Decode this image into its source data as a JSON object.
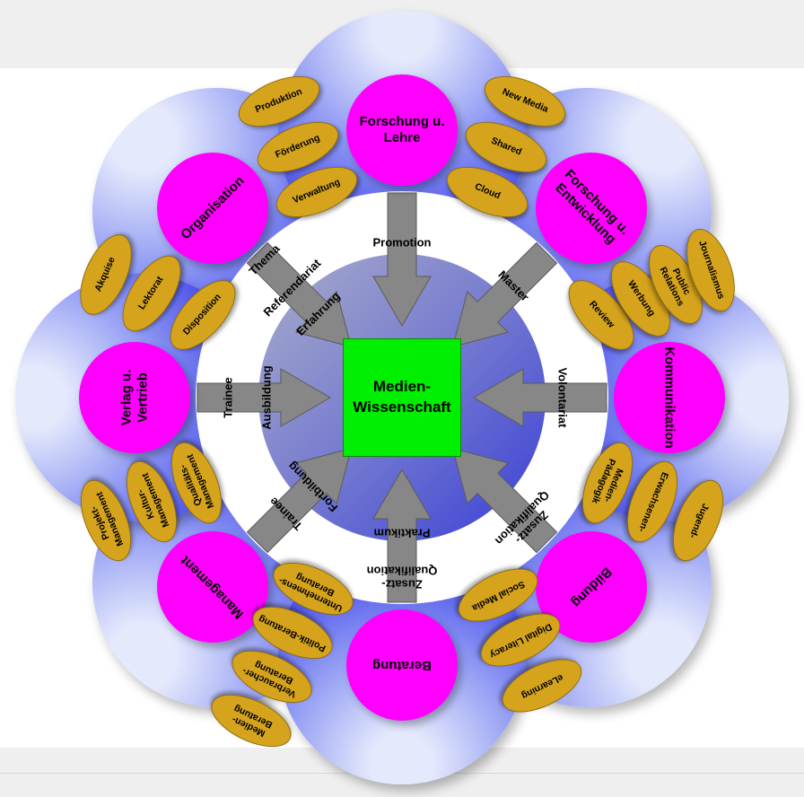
{
  "page": {
    "band_color": "#efefef",
    "canvas_color": "#ffffff",
    "divider_color": "#d9d9d9"
  },
  "colors": {
    "petal_light": "#e4e9fc",
    "petal_mid": "#8d97f3",
    "petal_dark": "#2023e4",
    "core_light": "#a9adc9",
    "core_mid": "#7b80cf",
    "core_dark": "#383ed6",
    "magenta": "#ff00ff",
    "gold": "#d5a41c",
    "arrow": "#878787",
    "arrow_edge": "#5a5a5a",
    "green": "#00ee00"
  },
  "center": {
    "line1": "Medien-",
    "line2": "Wissenschaft"
  },
  "petals": [
    {
      "label": "Forschung u.\nLehre",
      "angle": -90
    },
    {
      "label": "Forschung u.\nEntwicklung",
      "angle": -45
    },
    {
      "label": "Kommunikation",
      "angle": 0
    },
    {
      "label": "Bildung",
      "angle": 45
    },
    {
      "label": "Beratung",
      "angle": 90
    },
    {
      "label": "Management",
      "angle": 135
    },
    {
      "label": "Verlag u.\nVertrieb",
      "angle": 180
    },
    {
      "label": "Organisation",
      "angle": -135
    }
  ],
  "career_paths": [
    {
      "label": "Promotion",
      "angle": -90,
      "radius": 172
    },
    {
      "label": "Master",
      "angle": -45,
      "radius": 176
    },
    {
      "label": "Volontariat",
      "angle": 0,
      "radius": 178
    },
    {
      "label": "Zusatz-\nQualifikation",
      "angle": 45,
      "radius": 196
    },
    {
      "label": "Praktikum",
      "angle": 90,
      "radius": 150
    },
    {
      "label": "Zusatz-\nQualifikation",
      "angle": 90,
      "radius": 200
    },
    {
      "label": "Fortbildung",
      "angle": 135,
      "radius": 140
    },
    {
      "label": "Trainee",
      "angle": 135,
      "radius": 183
    },
    {
      "label": "Ausbildung",
      "angle": 180,
      "radius": 150
    },
    {
      "label": "Trainee",
      "angle": 180,
      "radius": 193
    },
    {
      "label": "Erfahrung",
      "angle": -135,
      "radius": 132
    },
    {
      "label": "Referendariat",
      "angle": -135,
      "radius": 172
    },
    {
      "label": "Thema",
      "angle": -135,
      "radius": 216
    }
  ],
  "satellite_groups": [
    {
      "near": "Organisation",
      "angle": -112.5,
      "items": [
        {
          "label": "Verwaltung",
          "radius": 248
        },
        {
          "label": "Förderung",
          "radius": 302
        },
        {
          "label": "Produktion",
          "radius": 357
        }
      ]
    },
    {
      "near": "Forschung u. Entwicklung",
      "angle": -67.5,
      "items": [
        {
          "label": "Cloud",
          "radius": 248
        },
        {
          "label": "Shared",
          "radius": 302
        },
        {
          "label": "New Media",
          "radius": 357
        }
      ]
    },
    {
      "near": "Kommunikation",
      "angle": -22.5,
      "items": [
        {
          "label": "Review",
          "radius": 240,
          "rot": 48
        },
        {
          "label": "Werbung",
          "radius": 288,
          "rot": 56
        },
        {
          "label": "Public\nRelations",
          "radius": 330,
          "rot": 63
        },
        {
          "label": "Journalismus",
          "radius": 372,
          "rot": 71
        }
      ]
    },
    {
      "near": "Bildung",
      "angle": 22.5,
      "items": [
        {
          "label": "Medien-\nPädagogik",
          "radius": 248
        },
        {
          "label": "Erwachsenen-",
          "radius": 302
        },
        {
          "label": "Jugend-",
          "radius": 357
        }
      ]
    },
    {
      "near": "Bildung",
      "angle": 64,
      "items": [
        {
          "label": "Social Media",
          "radius": 245
        },
        {
          "label": "Digital Literacy",
          "radius": 300
        },
        {
          "label": "eLearning",
          "radius": 357
        }
      ]
    },
    {
      "near": "Beratung",
      "angle": 115,
      "items": [
        {
          "label": "Unternehmens-\nBeratung",
          "radius": 235
        },
        {
          "label": "Politik-Beratung",
          "radius": 289
        },
        {
          "label": "Verbraucher-\nBeratung",
          "radius": 343
        },
        {
          "label": "Medien-\nBeratung",
          "radius": 397
        }
      ]
    },
    {
      "near": "Management",
      "angle": 157.5,
      "items": [
        {
          "label": "Qualitäts-\nManagement",
          "radius": 248
        },
        {
          "label": "Kultur-\nManagement",
          "radius": 302
        },
        {
          "label": "Projekt-\nManagement",
          "radius": 357
        }
      ]
    },
    {
      "near": "Verlag u. Vertrieb",
      "angle": -157.5,
      "items": [
        {
          "label": "Disposition",
          "radius": 240,
          "rot": -48
        },
        {
          "label": "Lektorat",
          "radius": 302,
          "rot": -57
        },
        {
          "label": "Akquise",
          "radius": 357,
          "rot": -66
        }
      ]
    }
  ]
}
